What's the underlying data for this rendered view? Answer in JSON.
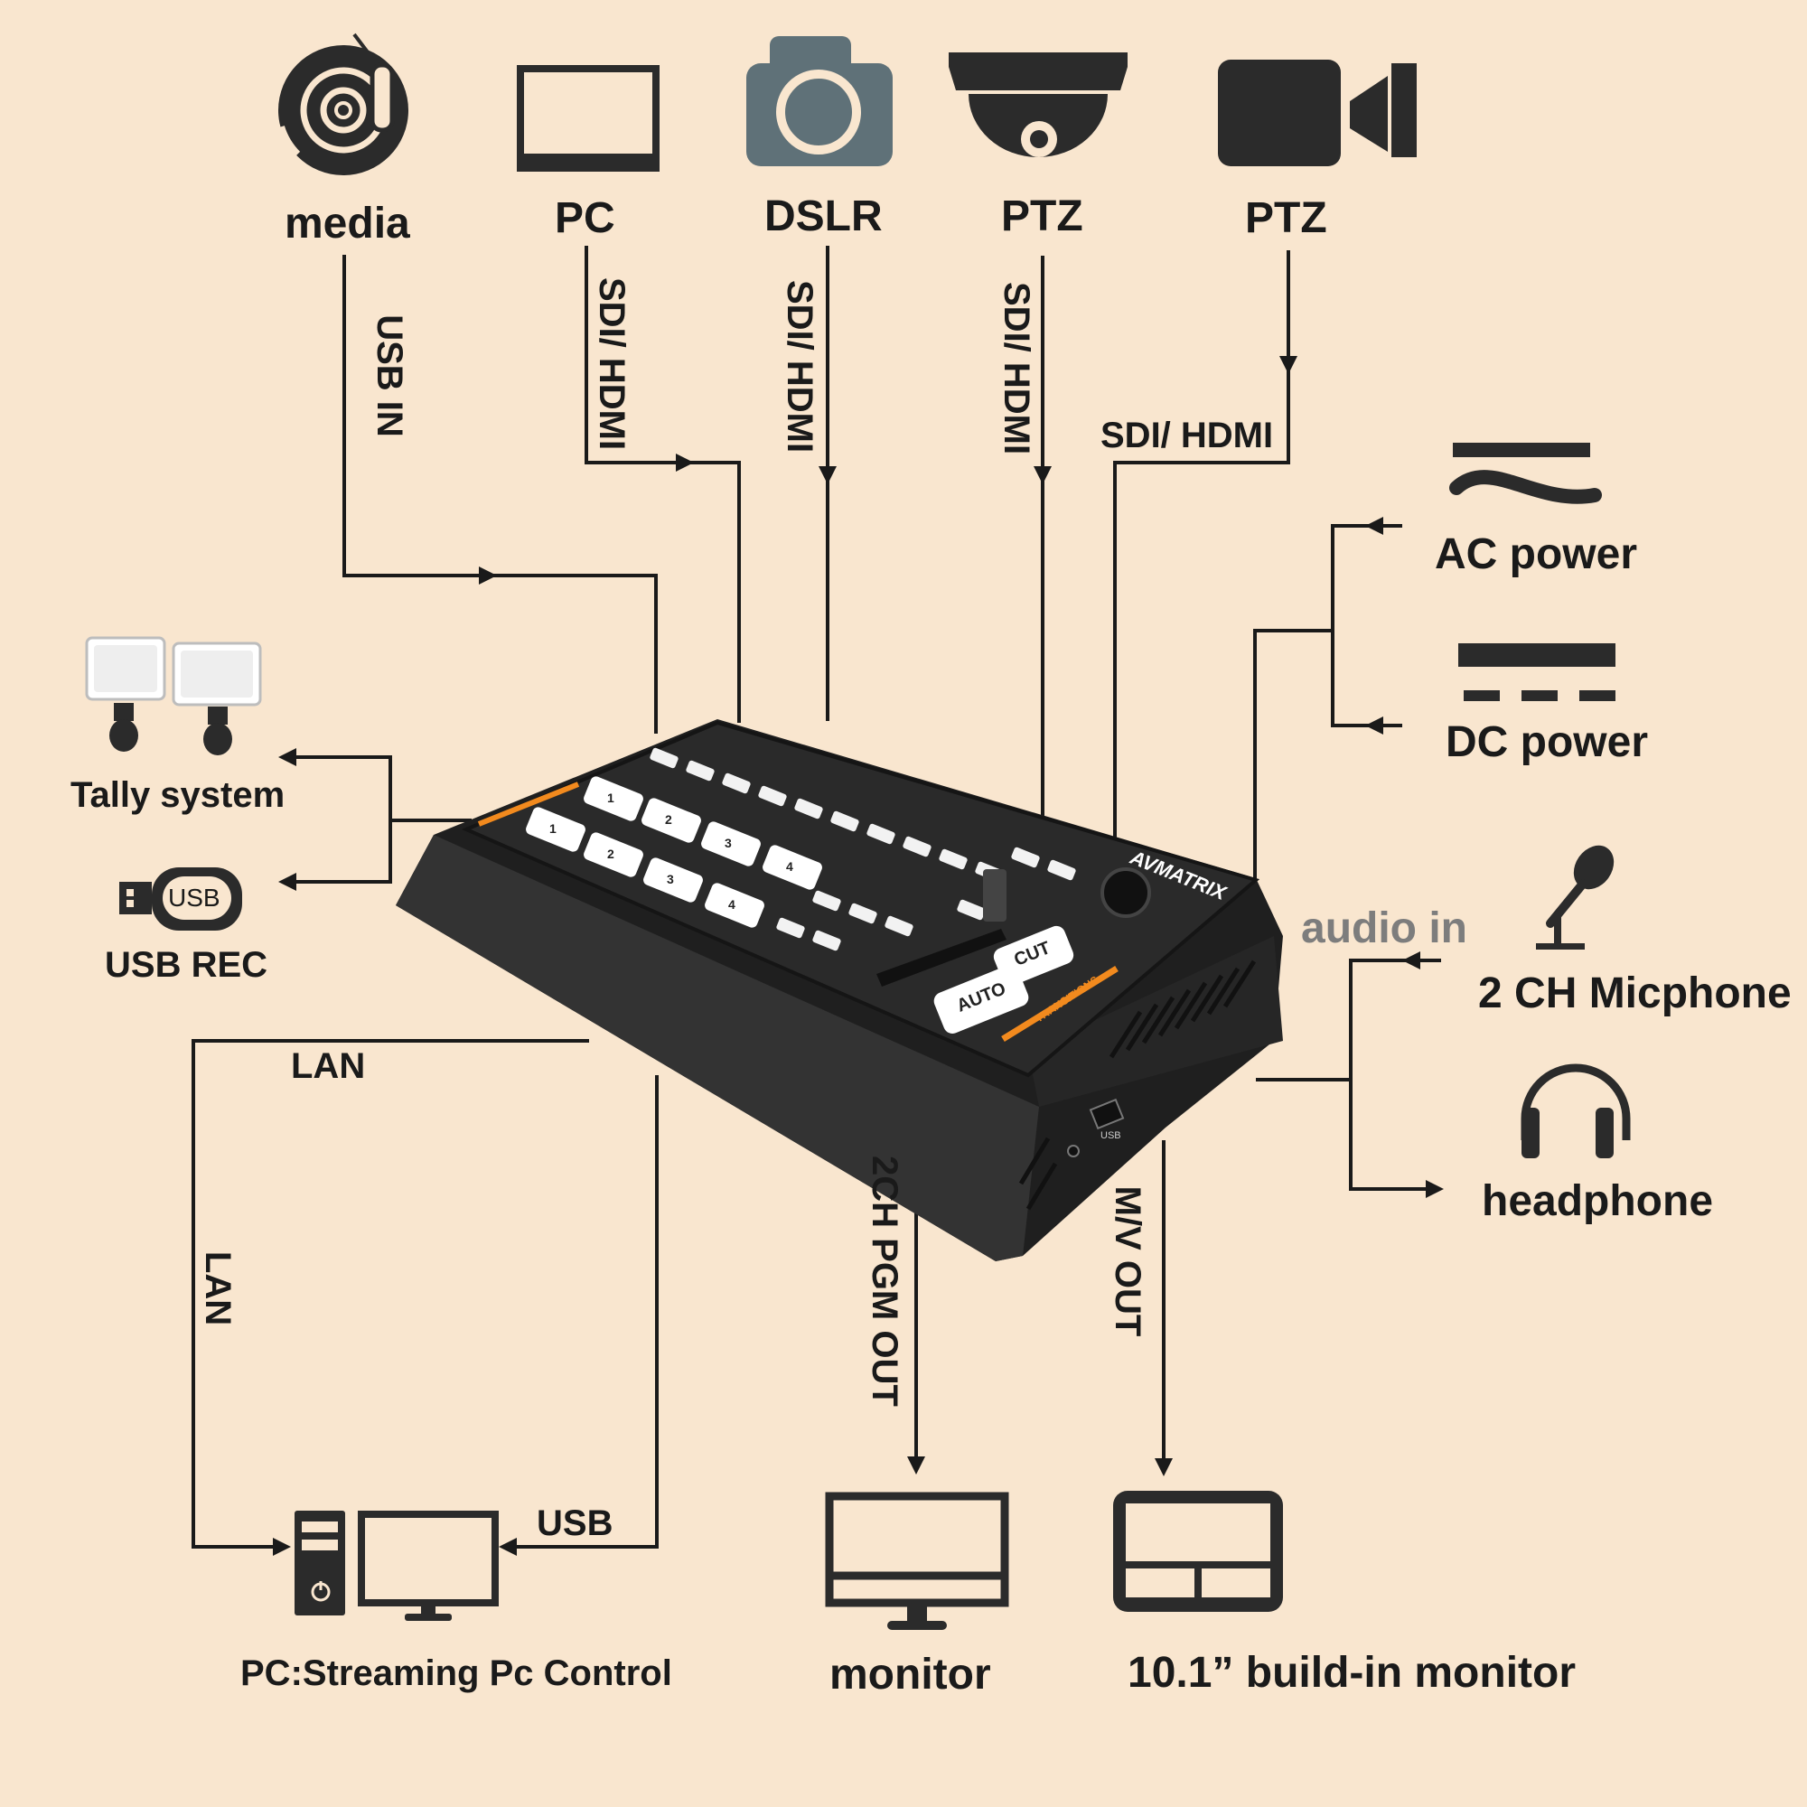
{
  "colors": {
    "background": "#f9e6cf",
    "line": "#1a1a1a",
    "device": "#2b2b2b",
    "accent": "#f28a1e",
    "camera_gray": "#5f7178"
  },
  "sources": [
    {
      "label": "media",
      "icon": "media-disc-icon"
    },
    {
      "label": "PC",
      "icon": "laptop-icon"
    },
    {
      "label": "DSLR",
      "icon": "dslr-camera-icon"
    },
    {
      "label": "PTZ",
      "icon": "dome-camera-icon"
    },
    {
      "label": "PTZ",
      "icon": "video-camera-icon"
    }
  ],
  "connections": {
    "usb_in": "USB IN",
    "sdi_hdmi": "SDI/ HDMI",
    "lan": "LAN",
    "usb": "USB",
    "pgm_out": "2CH PGM OUT",
    "mv_out": "M/V OUT",
    "audio_in": "audio in"
  },
  "peripherals": {
    "tally": "Tally system",
    "usb_rec": "USB REC",
    "usb_badge": "USB",
    "ac_power": "AC power",
    "dc_power": "DC power",
    "microphone": "2 CH Micphone",
    "headphone": "headphone",
    "pc_control": "PC:Streaming Pc Control",
    "monitor": "monitor",
    "builtin_monitor": "10.1” build-in monitor"
  },
  "device": {
    "brand": "AVMATRIX",
    "keys_row1": [
      "1",
      "2",
      "3",
      "4"
    ],
    "keys_row2": [
      "1",
      "2",
      "3",
      "4"
    ],
    "cut": "CUT",
    "auto": "AUTO",
    "transitions": "TRANSITIONS",
    "usb_port": "USB"
  }
}
